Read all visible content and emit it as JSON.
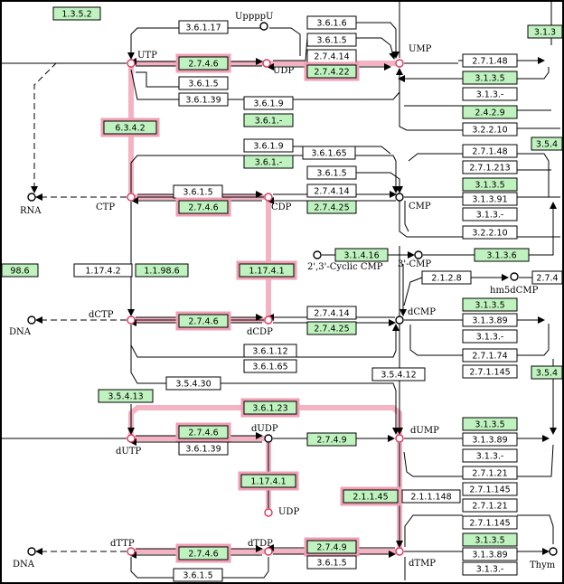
{
  "colors": {
    "enzyme_green": "#bff2bf",
    "enzyme_white": "#ffffff",
    "highlight": "#f0a0b4",
    "line": "#000000",
    "node_fill": "#ffffff",
    "node_red": "#e0345a"
  },
  "compounds": [
    {
      "id": "UTP",
      "label": "UTP"
    },
    {
      "id": "UDP",
      "label": "UDP"
    },
    {
      "id": "UMP",
      "label": "UMP"
    },
    {
      "id": "UppppU",
      "label": "UppppU"
    },
    {
      "id": "RNA",
      "label": "RNA"
    },
    {
      "id": "CTP",
      "label": "CTP"
    },
    {
      "id": "CDP",
      "label": "CDP"
    },
    {
      "id": "CMP",
      "label": "CMP"
    },
    {
      "id": "cCMP",
      "label": "2',3'-Cyclic CMP"
    },
    {
      "id": "3CMP",
      "label": "3'-CMP"
    },
    {
      "id": "hm5dCMP",
      "label": "hm5dCMP"
    },
    {
      "id": "dCTP",
      "label": "dCTP"
    },
    {
      "id": "dCDP",
      "label": "dCDP"
    },
    {
      "id": "dCMP",
      "label": "dCMP"
    },
    {
      "id": "DNA1",
      "label": "DNA"
    },
    {
      "id": "dUTP",
      "label": "dUTP"
    },
    {
      "id": "dUDP",
      "label": "dUDP"
    },
    {
      "id": "dUMP",
      "label": "dUMP"
    },
    {
      "id": "UDP2",
      "label": "UDP"
    },
    {
      "id": "dTTP",
      "label": "dTTP"
    },
    {
      "id": "dTDP",
      "label": "dTDP"
    },
    {
      "id": "dTMP",
      "label": "dTMP"
    },
    {
      "id": "DNA2",
      "label": "DNA"
    },
    {
      "id": "Thym",
      "label": "Thym"
    }
  ],
  "enzymes": [
    {
      "id": "e1",
      "label": "1.3.5.2",
      "style": "green"
    },
    {
      "id": "e2",
      "label": "3.6.1.17",
      "style": "white"
    },
    {
      "id": "e3",
      "label": "3.6.1.6",
      "style": "white"
    },
    {
      "id": "e4",
      "label": "3.6.1.5",
      "style": "white"
    },
    {
      "id": "e5",
      "label": "2.7.4.14",
      "style": "white"
    },
    {
      "id": "e6",
      "label": "2.7.4.22",
      "style": "green-hl"
    },
    {
      "id": "e7",
      "label": "2.7.4.6",
      "style": "green-hl"
    },
    {
      "id": "e8",
      "label": "3.6.1.5",
      "style": "white"
    },
    {
      "id": "e9",
      "label": "3.6.1.39",
      "style": "white"
    },
    {
      "id": "e10",
      "label": "3.6.1.9",
      "style": "white"
    },
    {
      "id": "e11",
      "label": "3.6.1.-",
      "style": "green"
    },
    {
      "id": "e12",
      "label": "2.7.1.48",
      "style": "white"
    },
    {
      "id": "e13",
      "label": "3.1.3.5",
      "style": "green"
    },
    {
      "id": "e14",
      "label": "3.1.3.-",
      "style": "white"
    },
    {
      "id": "e15",
      "label": "2.4.2.9",
      "style": "green"
    },
    {
      "id": "e16",
      "label": "3.2.2.10",
      "style": "white"
    },
    {
      "id": "e17",
      "label": "6.3.4.2",
      "style": "green-hl"
    },
    {
      "id": "e18",
      "label": "3.6.1.9",
      "style": "white"
    },
    {
      "id": "e19",
      "label": "3.6.1.65",
      "style": "white"
    },
    {
      "id": "e20",
      "label": "3.6.1.-",
      "style": "green"
    },
    {
      "id": "e21",
      "label": "3.6.1.5",
      "style": "white"
    },
    {
      "id": "e22",
      "label": "2.7.1.48",
      "style": "white"
    },
    {
      "id": "e23",
      "label": "2.7.1.213",
      "style": "white"
    },
    {
      "id": "e24",
      "label": "3.1.3.5",
      "style": "green"
    },
    {
      "id": "e25",
      "label": "3.1.3.91",
      "style": "white"
    },
    {
      "id": "e26",
      "label": "3.1.3.-",
      "style": "white"
    },
    {
      "id": "e27",
      "label": "3.2.2.10",
      "style": "white"
    },
    {
      "id": "e28",
      "label": "3.6.1.5",
      "style": "white"
    },
    {
      "id": "e29",
      "label": "2.7.4.6",
      "style": "green-hl"
    },
    {
      "id": "e30",
      "label": "2.7.4.14",
      "style": "white"
    },
    {
      "id": "e31",
      "label": "2.7.4.25",
      "style": "green"
    },
    {
      "id": "e32",
      "label": "3.1.4.16",
      "style": "green"
    },
    {
      "id": "e33",
      "label": "3.1.3.6",
      "style": "green"
    },
    {
      "id": "e34",
      "label": "1.17.4.2",
      "style": "white"
    },
    {
      "id": "e35",
      "label": "1.1.98.6",
      "style": "green"
    },
    {
      "id": "e36",
      "label": "98.6",
      "style": "green"
    },
    {
      "id": "e37",
      "label": "1.17.4.1",
      "style": "green-hl"
    },
    {
      "id": "e38",
      "label": "2.1.2.8",
      "style": "white"
    },
    {
      "id": "e39",
      "label": "2.7.4",
      "style": "white"
    },
    {
      "id": "e40",
      "label": "2.7.4.6",
      "style": "green-hl"
    },
    {
      "id": "e41",
      "label": "2.7.4.14",
      "style": "white"
    },
    {
      "id": "e42",
      "label": "2.7.4.25",
      "style": "green"
    },
    {
      "id": "e43",
      "label": "3.1.3.5",
      "style": "green"
    },
    {
      "id": "e44",
      "label": "3.1.3.89",
      "style": "white"
    },
    {
      "id": "e45",
      "label": "3.1.3.-",
      "style": "white"
    },
    {
      "id": "e46",
      "label": "2.7.1.74",
      "style": "white"
    },
    {
      "id": "e47",
      "label": "2.7.1.145",
      "style": "white"
    },
    {
      "id": "e48",
      "label": "3.6.1.12",
      "style": "white"
    },
    {
      "id": "e49",
      "label": "3.6.1.65",
      "style": "white"
    },
    {
      "id": "e50",
      "label": "3.5.4.12",
      "style": "white"
    },
    {
      "id": "e51",
      "label": "3.5.4.30",
      "style": "white"
    },
    {
      "id": "e52",
      "label": "3.5.4.13",
      "style": "green"
    },
    {
      "id": "e53",
      "label": "3.6.1.23",
      "style": "green-hl"
    },
    {
      "id": "e54",
      "label": "2.7.4.6",
      "style": "green-hl"
    },
    {
      "id": "e55",
      "label": "3.6.1.39",
      "style": "white"
    },
    {
      "id": "e56",
      "label": "2.7.4.9",
      "style": "green"
    },
    {
      "id": "e57",
      "label": "3.1.3.5",
      "style": "green"
    },
    {
      "id": "e58",
      "label": "3.1.3.89",
      "style": "white"
    },
    {
      "id": "e59",
      "label": "3.1.3.-",
      "style": "white"
    },
    {
      "id": "e60",
      "label": "2.7.1.21",
      "style": "white"
    },
    {
      "id": "e61",
      "label": "2.7.1.145",
      "style": "white"
    },
    {
      "id": "e62",
      "label": "1.17.4.1",
      "style": "green-hl"
    },
    {
      "id": "e63",
      "label": "2.1.1.45",
      "style": "green-hl"
    },
    {
      "id": "e64",
      "label": "2.1.1.148",
      "style": "white"
    },
    {
      "id": "e65",
      "label": "2.7.1.21",
      "style": "white"
    },
    {
      "id": "e66",
      "label": "2.7.1.145",
      "style": "white"
    },
    {
      "id": "e67",
      "label": "2.7.4.6",
      "style": "green-hl"
    },
    {
      "id": "e68",
      "label": "2.7.4.9",
      "style": "green-hl"
    },
    {
      "id": "e69",
      "label": "3.6.1.5",
      "style": "white"
    },
    {
      "id": "e70",
      "label": "3.6.1.5",
      "style": "white"
    },
    {
      "id": "e71",
      "label": "3.1.3.5",
      "style": "green"
    },
    {
      "id": "e72",
      "label": "3.1.3.89",
      "style": "white"
    },
    {
      "id": "e73",
      "label": "3.1.3.-",
      "style": "white"
    },
    {
      "id": "e74",
      "label": "3.1.3",
      "style": "green"
    },
    {
      "id": "e75",
      "label": "3.5.4",
      "style": "green"
    },
    {
      "id": "e76",
      "label": "3.5.4",
      "style": "green"
    }
  ]
}
